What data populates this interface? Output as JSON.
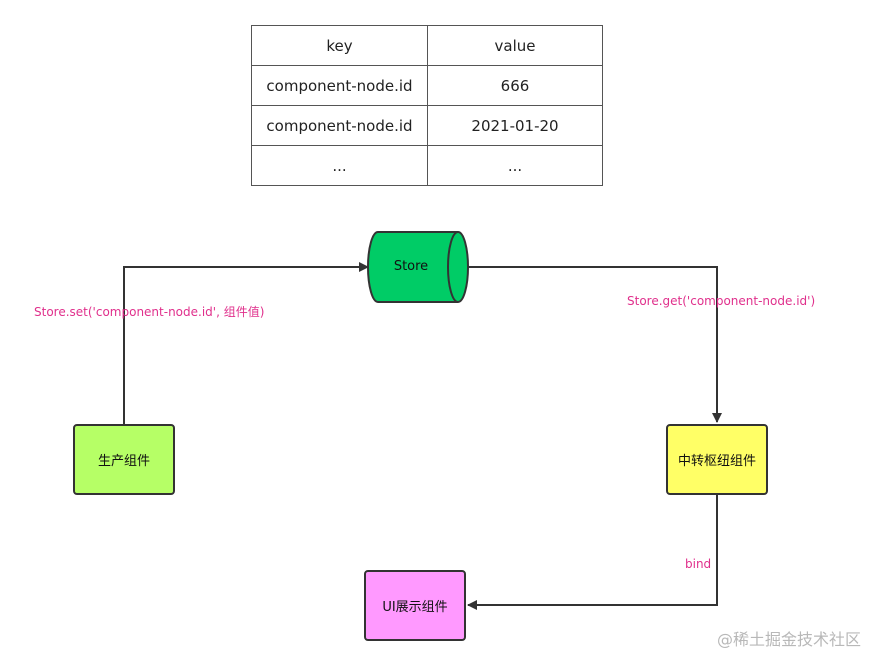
{
  "table": {
    "header": {
      "key": "key",
      "value": "value"
    },
    "rows": [
      {
        "key": "component-node.id",
        "value": "666"
      },
      {
        "key": "component-node.id",
        "value": "2021-01-20"
      },
      {
        "key": "...",
        "value": "..."
      }
    ]
  },
  "nodes": {
    "store": "Store",
    "producer": "生产组件",
    "relay": "中转枢纽组件",
    "ui": "UI展示组件"
  },
  "edges": {
    "set_label": "Store.set('component-node.id', 组件值)",
    "get_label": "Store.get('component-node.id')",
    "bind_label": "bind"
  },
  "watermark": "@稀土掘金技术社区",
  "colors": {
    "store_fill": "#00cc66",
    "producer_fill": "#b6ff66",
    "relay_fill": "#ffff66",
    "ui_fill": "#ff99ff",
    "edge_label": "#e0308c",
    "stroke": "#333333"
  }
}
